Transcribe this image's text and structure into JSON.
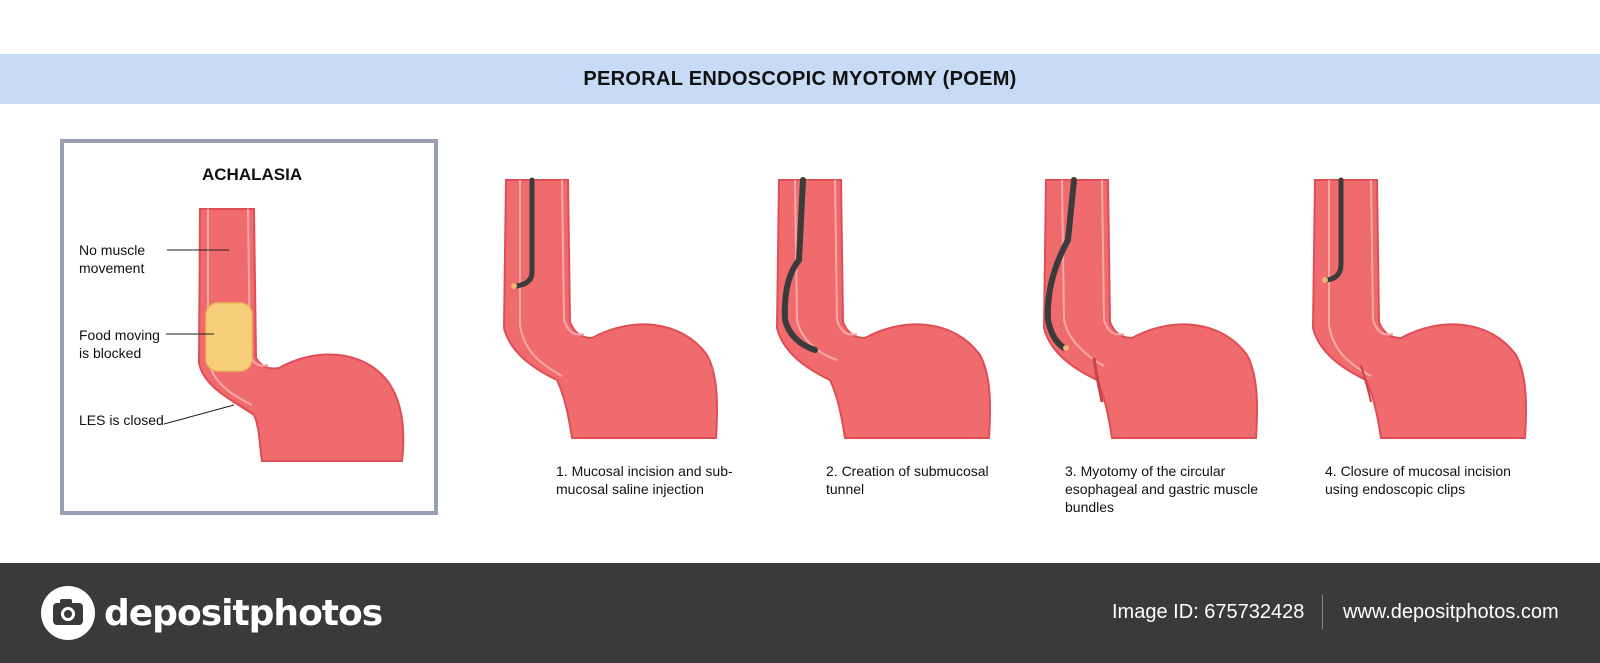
{
  "header": {
    "title": "PERORAL ENDOSCOPIC MYOTOMY (POEM)"
  },
  "achalasia": {
    "title": "ACHALASIA",
    "labels": {
      "no_muscle": [
        "No muscle",
        "movement"
      ],
      "food": [
        "Food moving",
        "is blocked"
      ],
      "les": "LES is closed"
    }
  },
  "steps": [
    {
      "caption": [
        "1. Mucosal incision and sub-",
        "mucosal saline injection"
      ]
    },
    {
      "caption": [
        "2. Creation of submucosal",
        "tunnel"
      ]
    },
    {
      "caption": [
        "3. Myotomy of the circular",
        "esophageal and gastric muscle",
        "bundles"
      ]
    },
    {
      "caption": [
        "4. Closure of mucosal incision",
        "using endoscopic clips"
      ]
    }
  ],
  "footer": {
    "brand": "depositphotos",
    "image_id": "Image ID: 675732428",
    "url": "www.depositphotos.com"
  },
  "colors": {
    "header_band": "#c7dbf6",
    "tissue": "#f06b6e",
    "tissue_outline": "#e85a5e",
    "lumen_edge": "#f7a9a6",
    "food": "#f7cf7a",
    "endoscope": "#3b3b3b",
    "frame": "#9aa0b4",
    "footer": "#3a3a3a"
  },
  "icons": [
    "camera-logo-icon",
    "endoscope-icon"
  ]
}
